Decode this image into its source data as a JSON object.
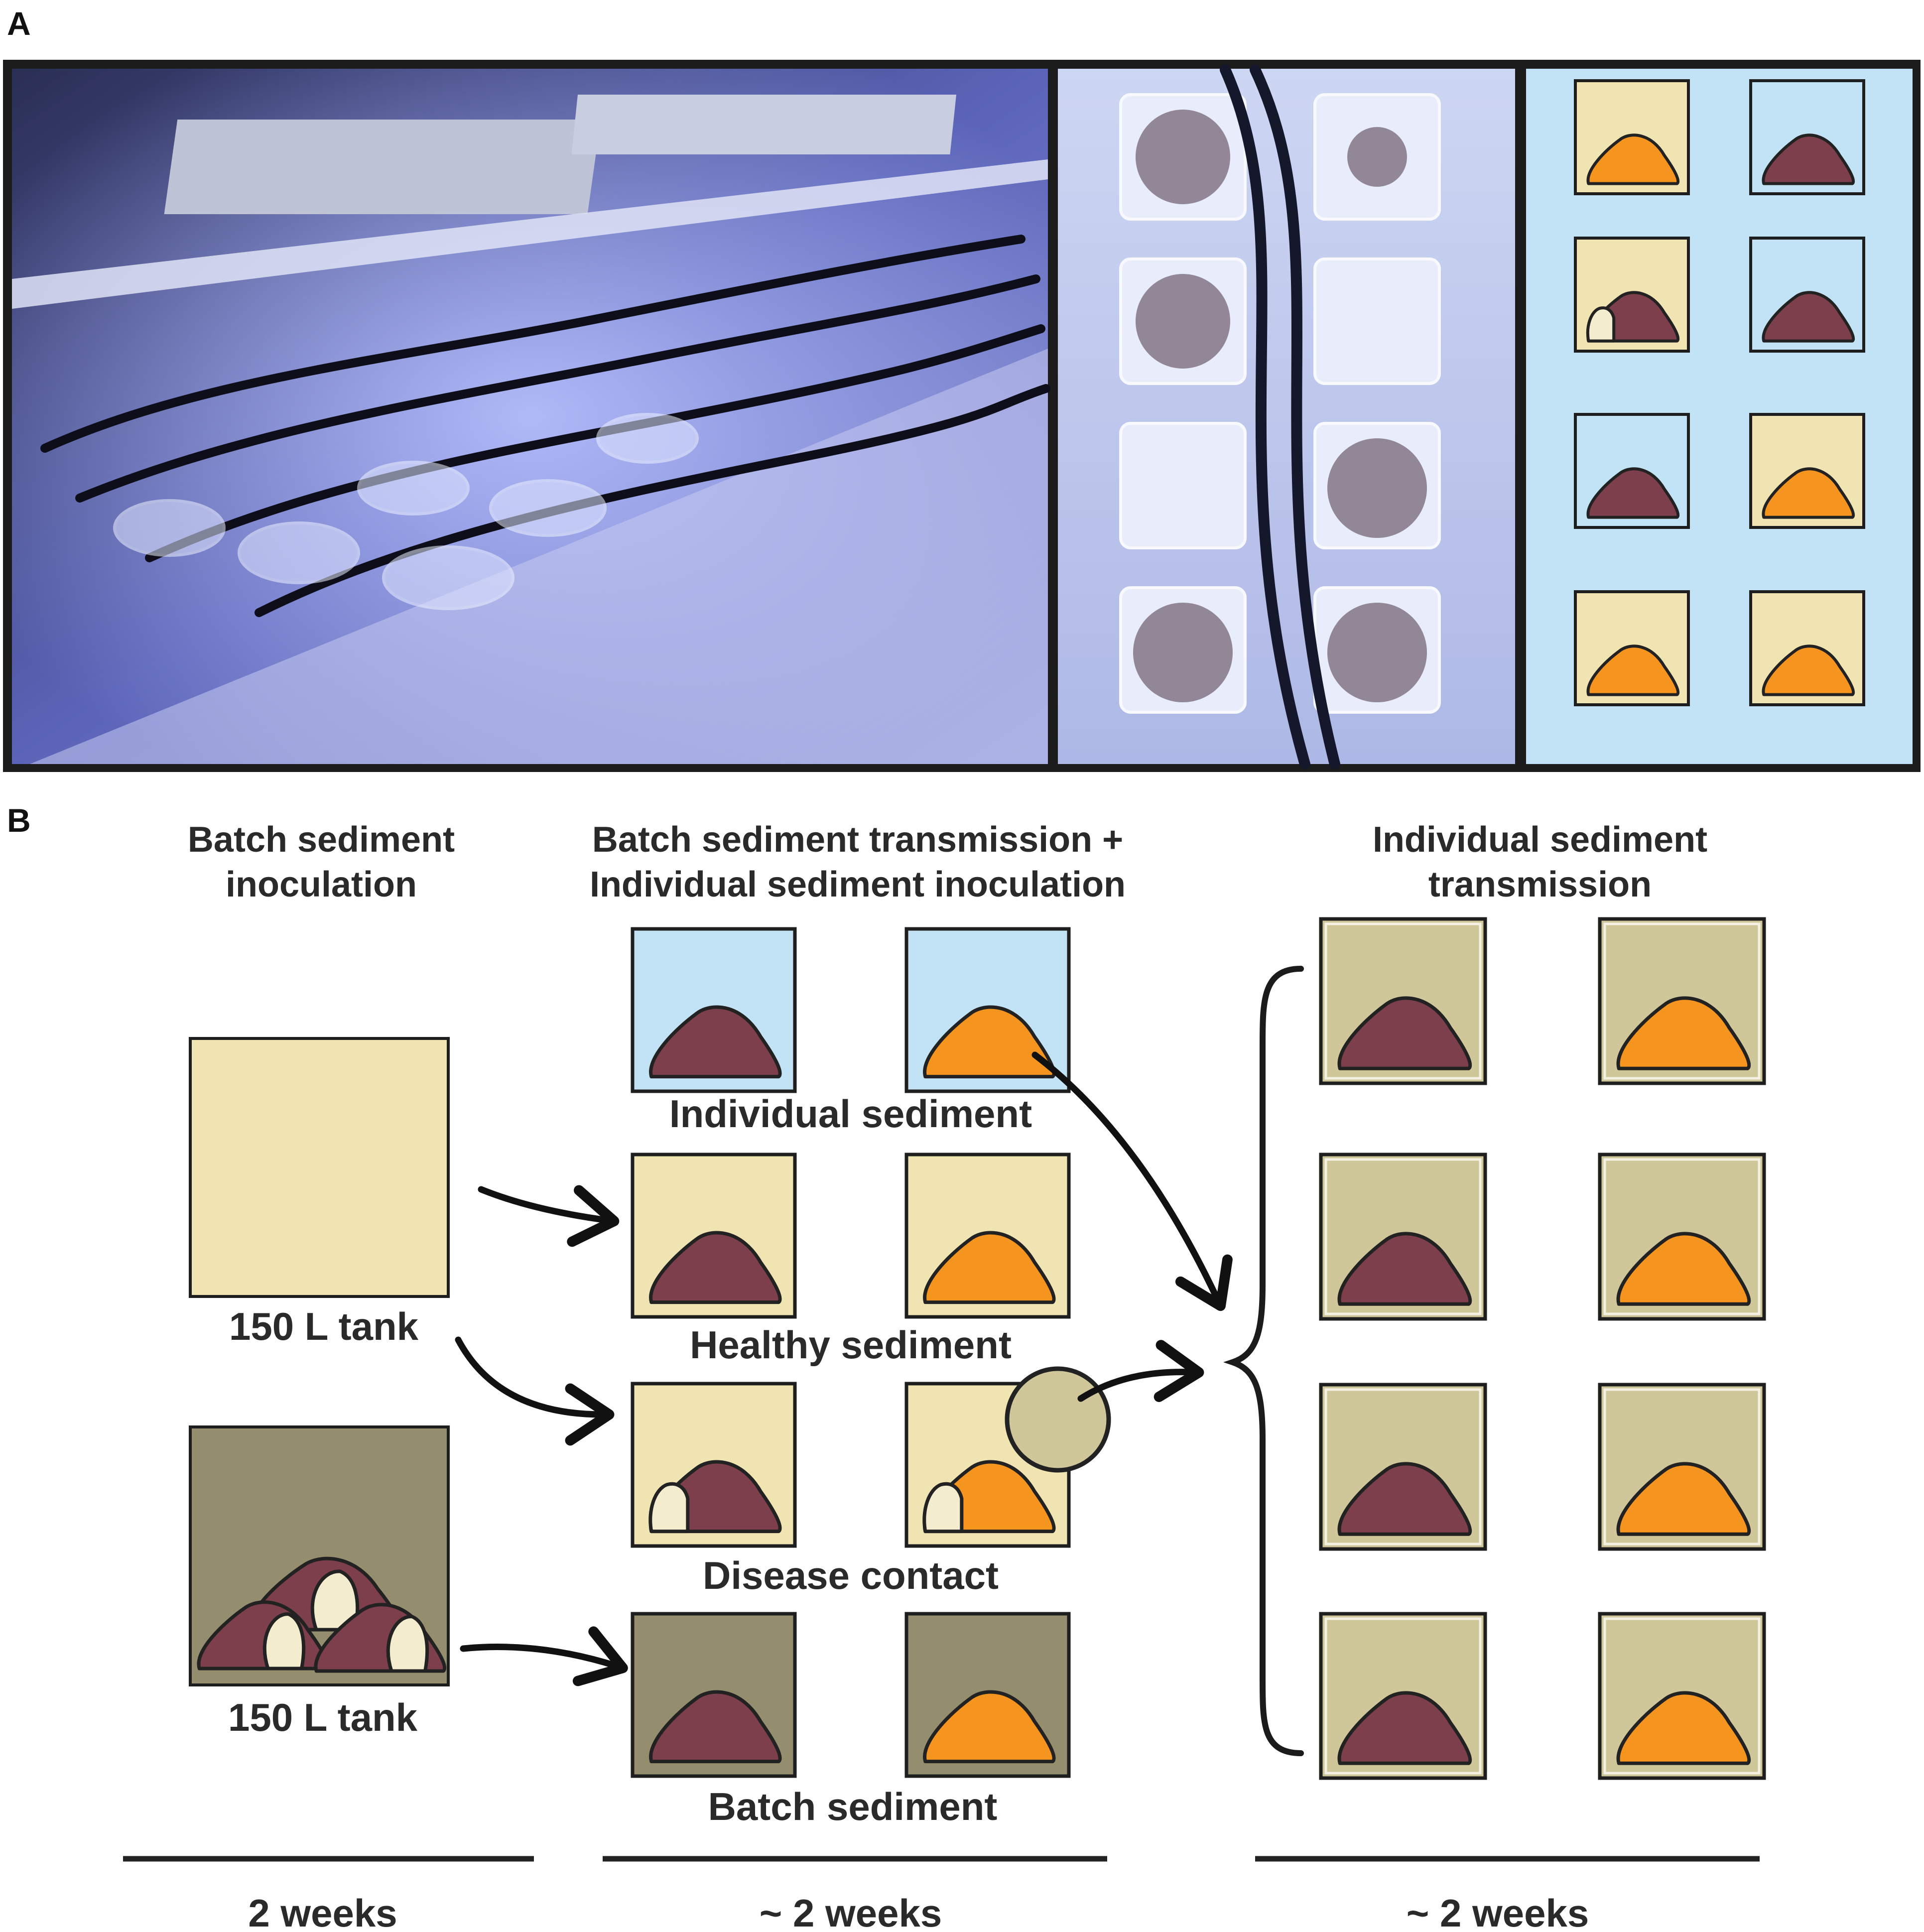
{
  "panel_a": {
    "label": "A",
    "icons": [
      [
        "orange",
        "maroon"
      ],
      [
        "maroon-diseased",
        "maroon"
      ],
      [
        "maroon",
        "orange"
      ],
      [
        "orange",
        "orange"
      ]
    ],
    "icon_backgrounds": [
      [
        "#f0e5b2",
        "#c1e3f5"
      ],
      [
        "#f0e5b2",
        "#c1e3f5"
      ],
      [
        "#c1e3f5",
        "#f0e5b2"
      ],
      [
        "#f0e5b2",
        "#f0e5b2"
      ]
    ]
  },
  "panel_b": {
    "label": "B",
    "columns": [
      {
        "title": [
          "Batch sediment",
          "inoculation"
        ],
        "duration": "2 weeks"
      },
      {
        "title": [
          "Batch sediment transmission +",
          "Individual sediment inoculation"
        ],
        "duration": "~ 2 weeks"
      },
      {
        "title": [
          "Individual sediment",
          "transmission"
        ],
        "duration": "~ 2 weeks"
      }
    ],
    "tanks": [
      {
        "label": "150 L tank",
        "color": "#f0e5b2"
      },
      {
        "label": "150 L tank",
        "color": "#958e6e"
      }
    ],
    "treatments": [
      {
        "label": "Individual sediment",
        "color": "#c1e3f5"
      },
      {
        "label": "Healthy sediment",
        "color": "#f0e5b2"
      },
      {
        "label": "Disease contact",
        "color": "#f0e5b2"
      },
      {
        "label": "Batch sediment",
        "color": "#958e6e"
      }
    ],
    "transmission_color": "#cfc79a"
  },
  "colors": {
    "maroon": "#7d3f4b",
    "orange": "#f5951f",
    "disease": "#f3ecce",
    "outline": "#222222",
    "sample_circle": "#cfc79a"
  }
}
